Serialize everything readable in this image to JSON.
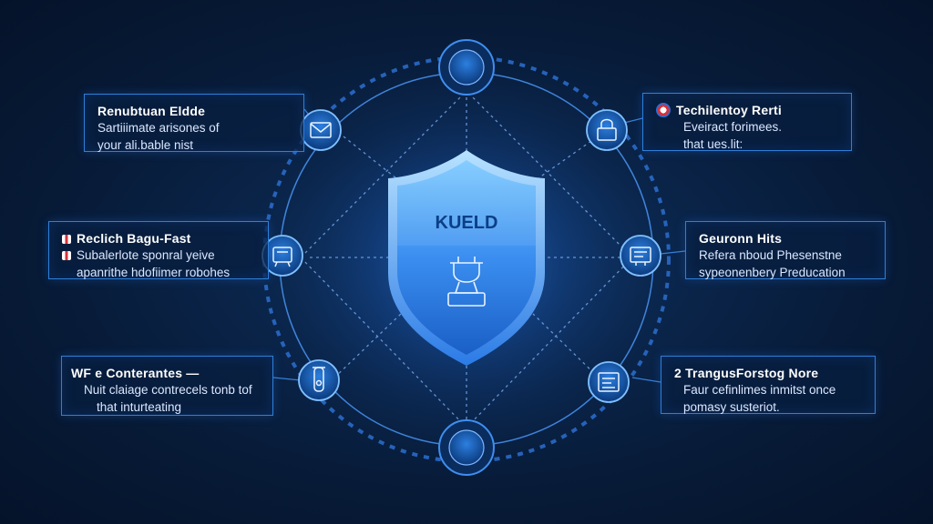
{
  "shield": {
    "label": "KUELD"
  },
  "cards": {
    "top_left": {
      "title": "Renubtuan Eldde",
      "line1": "Sartiiimate arisones of",
      "line2": "your ali.bable nist"
    },
    "mid_left": {
      "title": "Reclich Bagu-Fast",
      "line1": "Subalerlote sponral yeive",
      "line2": "apanrithe hdofiimer robohes"
    },
    "bot_left": {
      "title": "WF e Conterantes —",
      "line1": "Nuit claiage contrecels tonb tof",
      "line2": "that inturteating"
    },
    "top_right": {
      "title": "Techilentoy Rerti",
      "line1": "Eveiract forimees.",
      "line2": "that ues.lit:"
    },
    "mid_right": {
      "title": "Geuronn Hits",
      "line1": "Refera nboud Phesenstne",
      "line2": "sypeonenbery Preducation"
    },
    "bot_right": {
      "title": "2 TrangusForstog Nore",
      "line1": "Faur cefinlimes inmitst once",
      "line2": "pomasy susteriot."
    }
  },
  "icons": {
    "top_node": "hub-node",
    "bottom_node": "hub-node",
    "top_left": "envelope-icon",
    "top_right": "lock-icon",
    "mid_left": "machine-icon",
    "mid_right": "server-icon",
    "bot_left": "test-tube-icon",
    "bot_right": "document-icon",
    "shield": "shield-icon"
  },
  "colors": {
    "accent": "#2f8bff",
    "line": "#4e9cff",
    "node_fill": "#0d3f82",
    "shield_top": "#6fc1ff",
    "shield_bottom": "#1f6fd6"
  }
}
